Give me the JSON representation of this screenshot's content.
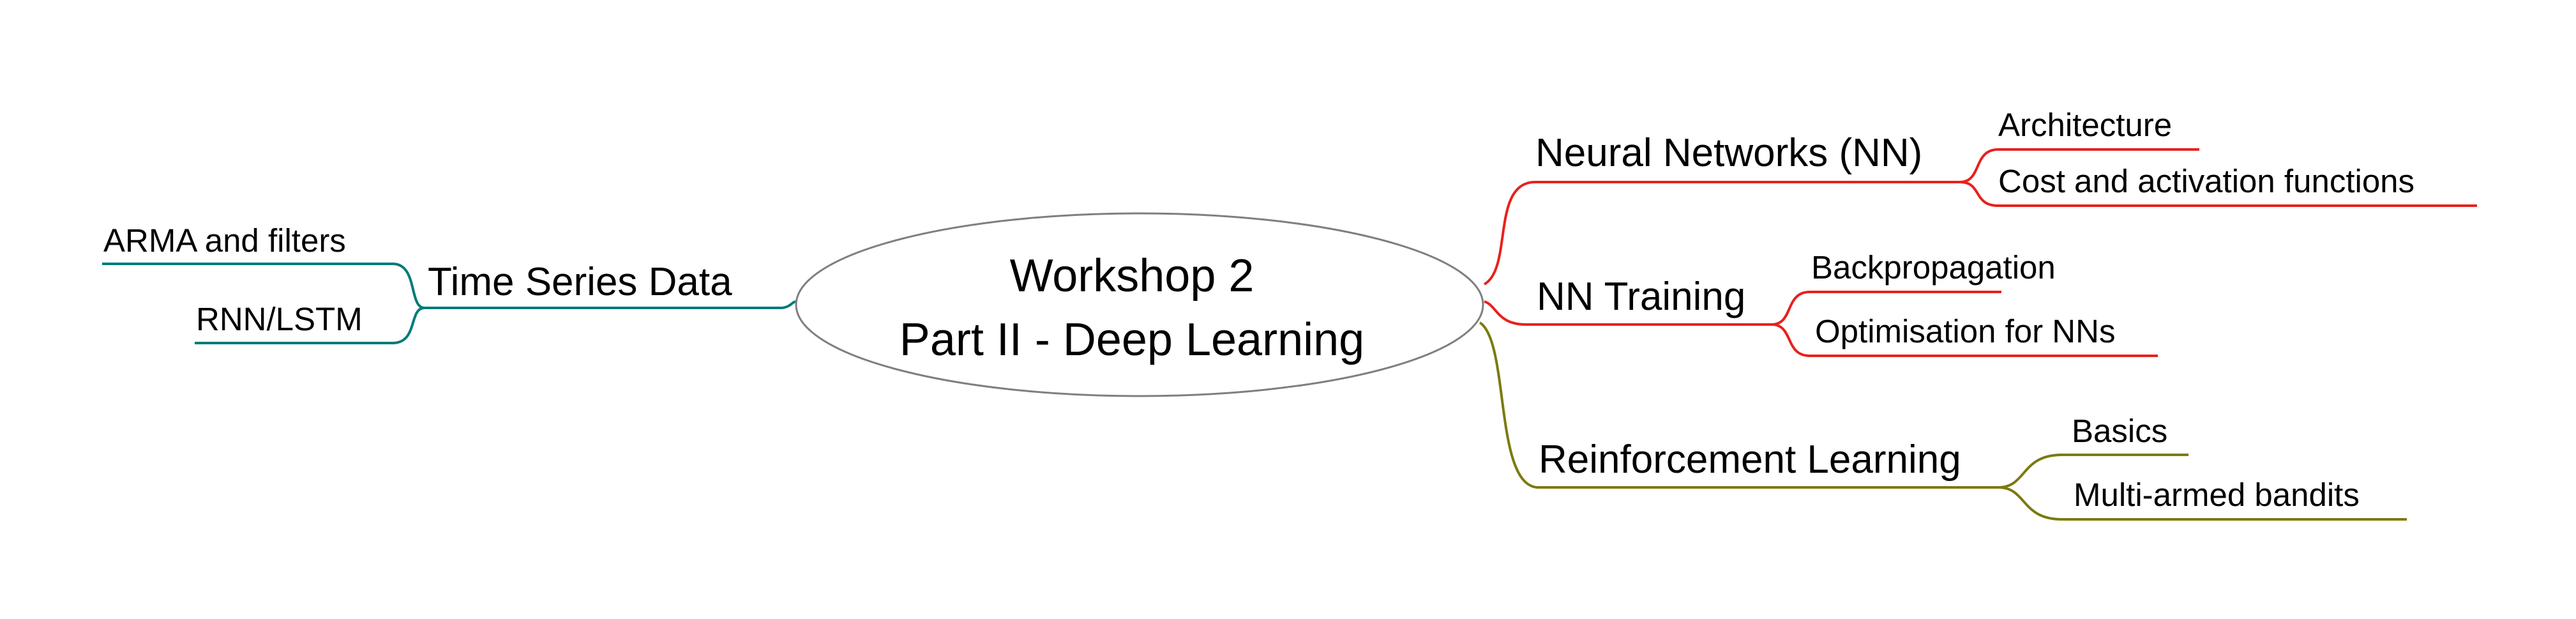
{
  "center": {
    "line1": "Workshop 2",
    "line2": "Part II - Deep Learning"
  },
  "branches": {
    "time_series": {
      "label": "Time Series Data",
      "color": "#007a78",
      "children": [
        "ARMA and filters",
        "RNN/LSTM"
      ]
    },
    "neural_networks": {
      "label": "Neural Networks (NN)",
      "color": "#e8211c",
      "children": [
        "Architecture",
        "Cost and activation functions"
      ]
    },
    "nn_training": {
      "label": "NN Training",
      "color": "#e8211c",
      "children": [
        "Backpropagation",
        "Optimisation for NNs"
      ]
    },
    "reinforcement": {
      "label": "Reinforcement Learning",
      "color": "#7b7a0d",
      "children": [
        "Basics",
        "Multi-armed bandits"
      ]
    }
  }
}
